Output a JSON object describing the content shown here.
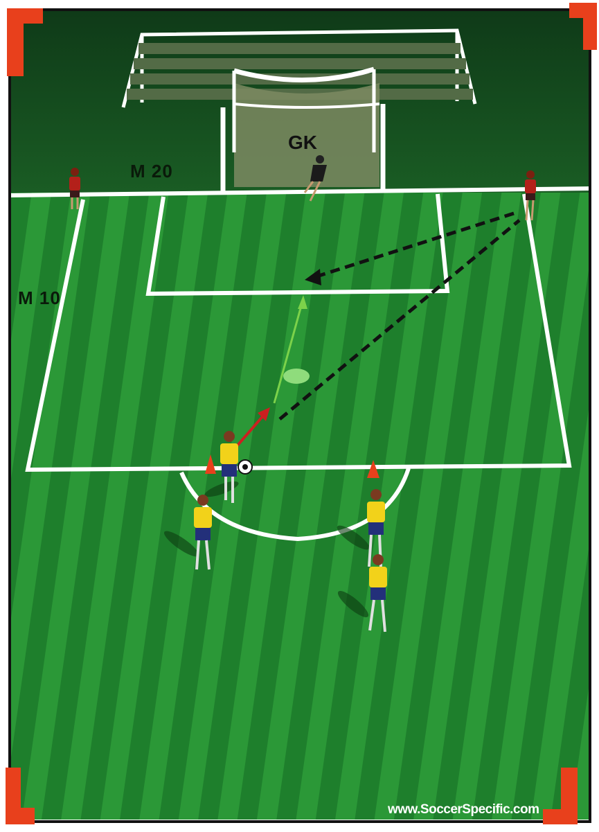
{
  "diagram": {
    "labels": {
      "distance_top": "M 20",
      "distance_side": "M 10",
      "goalkeeper": "GK"
    },
    "watermark": "www.SoccerSpecific.com",
    "colors": {
      "pitch_dark": "#1c7a2a",
      "pitch_light": "#2a9a36",
      "lines": "#ffffff",
      "corner_markers": "#e8401c",
      "attacker_shirt": "#f2d21a",
      "attacker_shorts": "#23307a",
      "defender_shirt": "#b3201a",
      "cone": "#e8401c",
      "pass_arrow": "#111111",
      "dribble_arrow": "#cc2020",
      "shot_arrow": "#7cd24a"
    },
    "icons": [
      "corner-marker-icon",
      "cone-icon",
      "ball-icon",
      "player-icon",
      "goal-icon"
    ]
  }
}
